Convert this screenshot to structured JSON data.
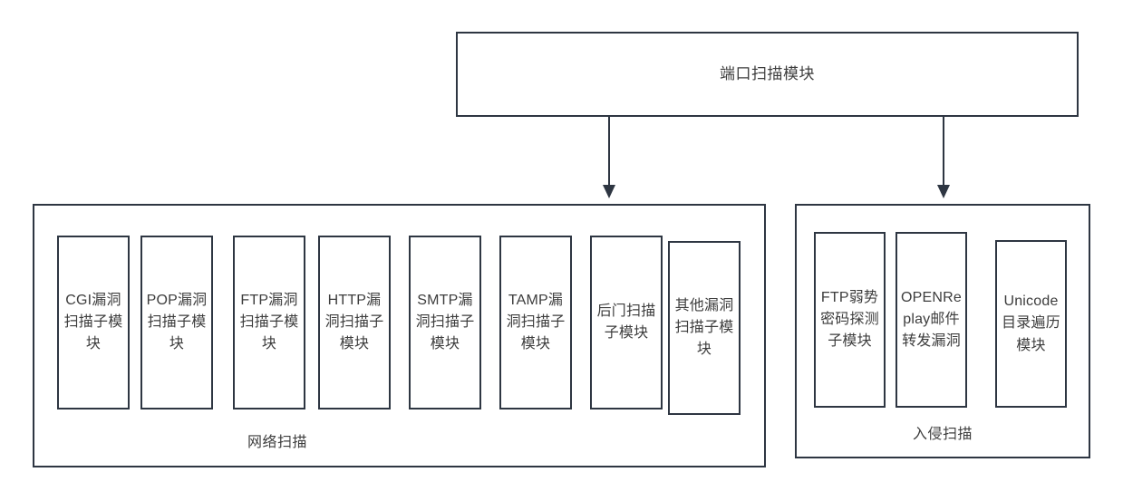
{
  "diagram": {
    "type": "block-hierarchy",
    "title": "端口扫描模块",
    "accent_color": "#2e3642",
    "text_color": "#3d3d3d",
    "background_color": "#ffffff",
    "root": {
      "label": "端口扫描模块"
    },
    "groups": [
      {
        "id": "network-scan",
        "label": "网络扫描",
        "modules": [
          {
            "id": "cgi",
            "label": "CGI漏洞扫描子模块"
          },
          {
            "id": "pop",
            "label": "POP漏洞扫描子模块"
          },
          {
            "id": "ftp",
            "label": "FTP漏洞扫描子模块"
          },
          {
            "id": "http",
            "label": "HTTP漏洞扫描子模块"
          },
          {
            "id": "smtp",
            "label": "SMTP漏洞扫描子模块"
          },
          {
            "id": "tamp",
            "label": "TAMP漏洞扫描子模块"
          },
          {
            "id": "backdoor",
            "label": "后门扫描子模块"
          },
          {
            "id": "other",
            "label": "其他漏洞扫描子模块"
          }
        ]
      },
      {
        "id": "intrusion-scan",
        "label": "入侵扫描",
        "modules": [
          {
            "id": "ftp-weak-password",
            "label": "FTP弱势密码探测子模块"
          },
          {
            "id": "openrelay-mail",
            "label": "OPENReplay邮件转发漏洞"
          },
          {
            "id": "unicode-traversal",
            "label": "Unicode目录遍历模块"
          }
        ]
      }
    ],
    "connectors": [
      {
        "id": "root-to-network-scan",
        "from": "端口扫描模块",
        "to": "网络扫描",
        "arrow": "down"
      },
      {
        "id": "root-to-intrusion-scan",
        "from": "端口扫描模块",
        "to": "入侵扫描",
        "arrow": "down"
      }
    ]
  }
}
